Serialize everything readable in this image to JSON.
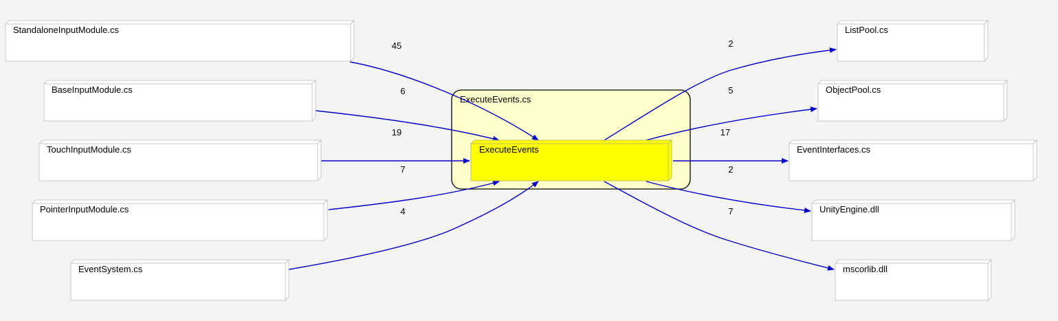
{
  "container": {
    "label": "ExecuteEvents.cs"
  },
  "center": {
    "label": "ExecuteEvents"
  },
  "incoming": [
    {
      "label": "StandaloneInputModule.cs",
      "count": "45"
    },
    {
      "label": "BaseInputModule.cs",
      "count": "6"
    },
    {
      "label": "TouchInputModule.cs",
      "count": "19"
    },
    {
      "label": "PointerInputModule.cs",
      "count": "7"
    },
    {
      "label": "EventSystem.cs",
      "count": "4"
    }
  ],
  "outgoing": [
    {
      "label": "ListPool.cs",
      "count": "2"
    },
    {
      "label": "ObjectPool.cs",
      "count": "5"
    },
    {
      "label": "EventInterfaces.cs",
      "count": "17"
    },
    {
      "label": "UnityEngine.dll",
      "count": "2"
    },
    {
      "label": "mscorlib.dll",
      "count": "7"
    }
  ],
  "colors": {
    "background": "#f4f4f4",
    "container_fill": "#ffffcc",
    "center_fill": "#ffff00",
    "edge": "#0000cc",
    "node_border": "#c8c8c8"
  }
}
